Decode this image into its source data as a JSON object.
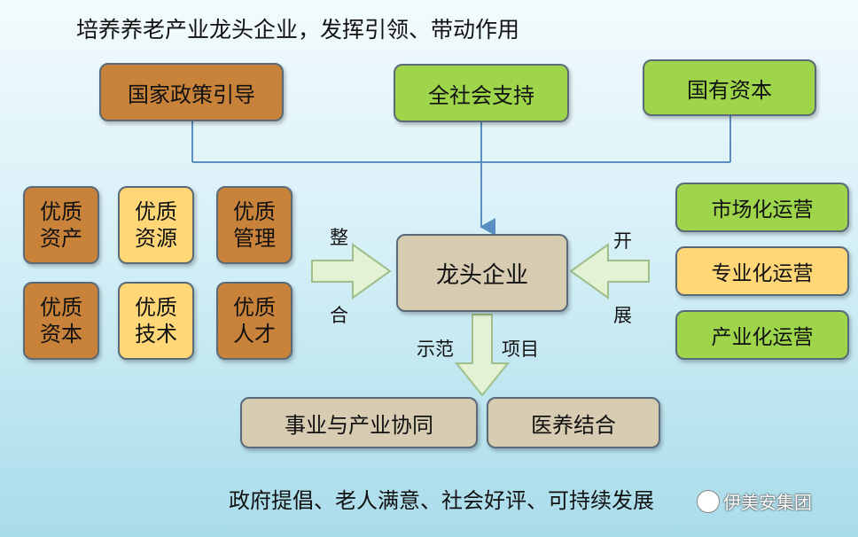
{
  "title": "培养养老产业龙头企业，发挥引领、带动作用",
  "top_boxes": {
    "policy": "国家政策引导",
    "society": "全社会支持",
    "state_capital": "国有资本"
  },
  "quality_items": [
    {
      "line1": "优质",
      "line2": "资产"
    },
    {
      "line1": "优质",
      "line2": "资源"
    },
    {
      "line1": "优质",
      "line2": "管理"
    },
    {
      "line1": "优质",
      "line2": "资本"
    },
    {
      "line1": "优质",
      "line2": "技术"
    },
    {
      "line1": "优质",
      "line2": "人才"
    }
  ],
  "center": "龙头企业",
  "left_arrow_label": {
    "top": "整",
    "bottom": "合"
  },
  "right_arrow_label": {
    "top": "开",
    "bottom": "展"
  },
  "operations": [
    "市场化运营",
    "专业化运营",
    "产业化运营"
  ],
  "down_arrow_label": {
    "left": "示范",
    "right": "项目"
  },
  "bottom_boxes": {
    "synergy": "事业与产业协同",
    "medical": "医养结合"
  },
  "footer": "政府提倡、老人满意、社会好评、可持续发展",
  "watermark": "伊美安集团",
  "colors": {
    "brown": "#c8823a",
    "green": "#9ed54a",
    "yellow": "#ffd776",
    "tan": "#d7ccb1",
    "line": "#5b8fc4"
  }
}
